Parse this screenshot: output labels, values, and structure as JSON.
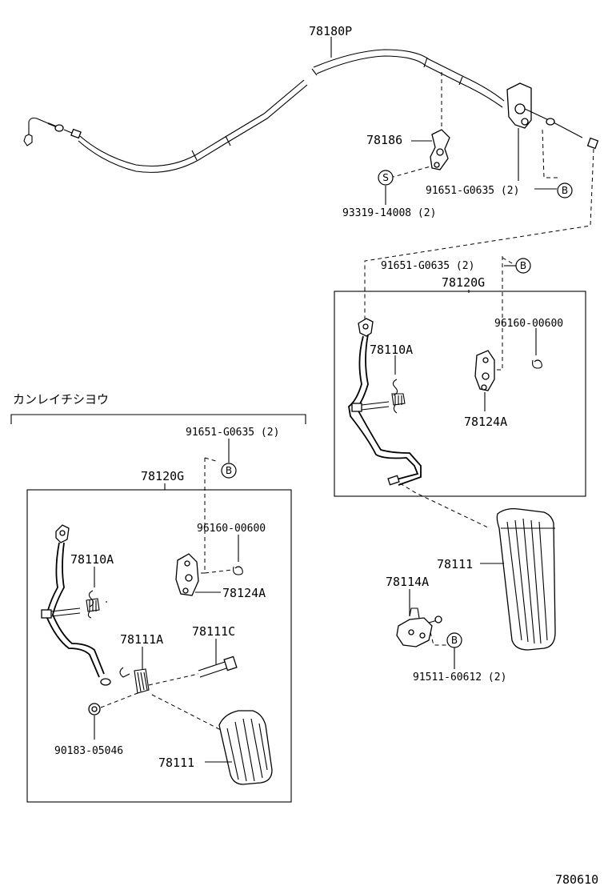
{
  "labels": {
    "cable_top": "78180P",
    "clamp": "78186",
    "bolt_top": "93319-14008 (2)",
    "screw_top_a": "91651-G0635 (2)",
    "screw_top_b": "91651-G0635 (2)",
    "assy_right": "78120G",
    "clip_right": "96160-00600",
    "lever_right": "78110A",
    "bracket_right": "78124A",
    "pedal_right": "78111",
    "stopper_right": "78114A",
    "screw_right": "91511-60612 (2)",
    "section_title": "カンレイチシヨウ",
    "screw_left": "91651-G0635 (2)",
    "assy_left": "78120G",
    "clip_left": "96160-00600",
    "lever_left": "78110A",
    "bracket_left": "78124A",
    "spring_left": "78111A",
    "bolt_left": "78111C",
    "nut_left": "90183-05046",
    "pedal_left": "78111",
    "diagram_id": "780610"
  },
  "markers": {
    "s": "S",
    "b": "B"
  }
}
